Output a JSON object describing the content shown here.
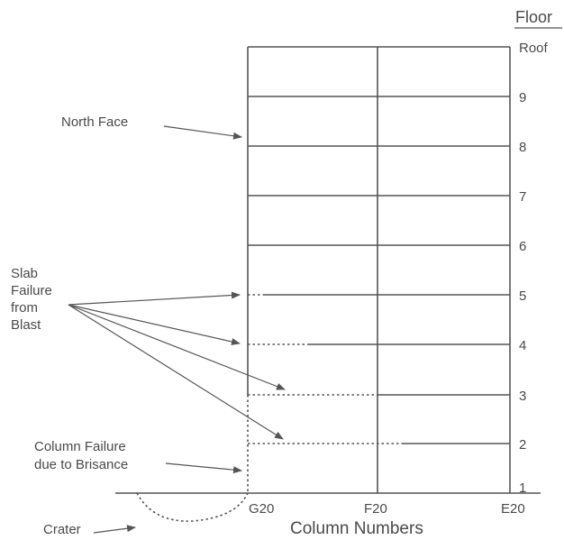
{
  "header": {
    "floor_title": "Floor"
  },
  "floor_labels": [
    "Roof",
    "9",
    "8",
    "7",
    "6",
    "5",
    "4",
    "3",
    "2",
    "1"
  ],
  "columns": {
    "labels": [
      "G20",
      "F20",
      "E20"
    ],
    "axis_title": "Column Numbers"
  },
  "annotations": {
    "north_face": "North Face",
    "slab_failure": [
      "Slab",
      "Failure",
      "from",
      "Blast"
    ],
    "column_failure": [
      "Column Failure",
      "due to Brisance"
    ],
    "crater": "Crater"
  },
  "colors": {
    "line": "#555555",
    "text": "#4a4a4a",
    "background": "#ffffff"
  }
}
